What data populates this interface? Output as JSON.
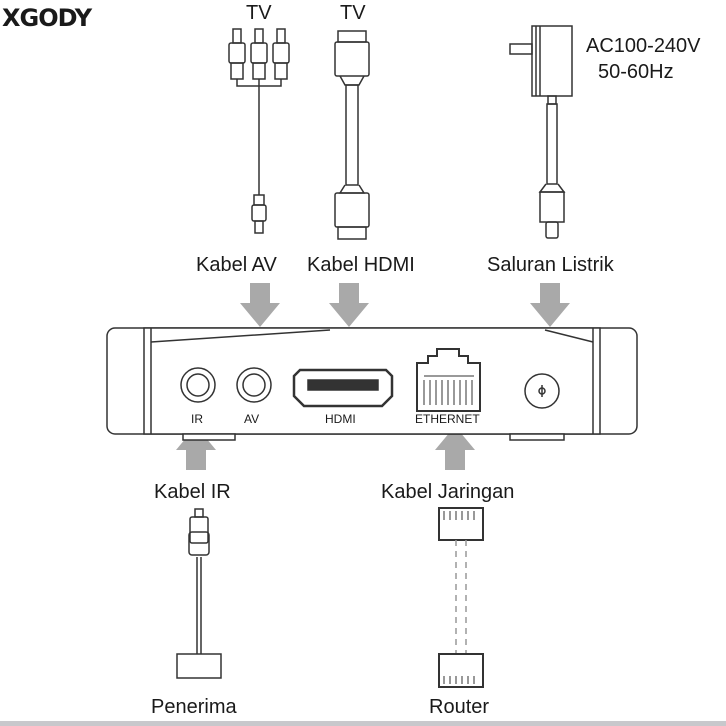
{
  "brand": {
    "logo_text": "XGODY"
  },
  "top_labels": {
    "tv_av": "TV",
    "tv_hdmi": "TV",
    "power_spec_line1": "AC100-240V",
    "power_spec_line2": "50-60Hz"
  },
  "cable_labels": {
    "av": "Kabel AV",
    "hdmi": "Kabel HDMI",
    "power": "Saluran Listrik",
    "ir": "Kabel IR",
    "network": "Kabel Jaringan"
  },
  "ports": {
    "ir": "IR",
    "av": "AV",
    "hdmi": "HDMI",
    "ethernet": "ETHERNET"
  },
  "bottom_labels": {
    "receiver": "Penerima",
    "router": "Router"
  },
  "colors": {
    "arrow": "#a9a9a9",
    "line": "#333333",
    "device_fill": "#ffffff"
  }
}
